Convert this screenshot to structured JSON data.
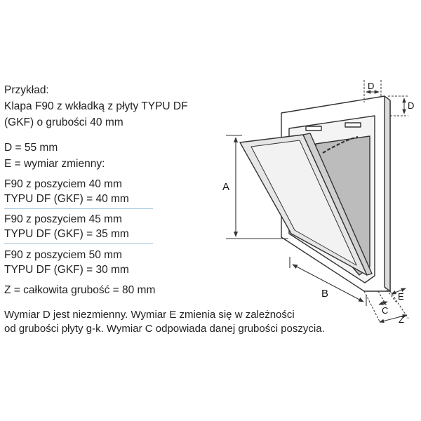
{
  "example": {
    "heading": "Przykład:",
    "line1": "Klapa F90 z wkładką z płyty TYPU DF",
    "line2": "(GKF) o grubości 40 mm"
  },
  "dims": {
    "d_value": "D = 55 mm",
    "e_value": "E = wymiar zmienny:"
  },
  "variants": [
    {
      "line1": "F90 z poszyciem 40 mm",
      "line2": "TYPU DF (GKF) = 40 mm"
    },
    {
      "line1": "F90 z poszyciem 45 mm",
      "line2": "TYPU DF (GKF) = 35 mm"
    },
    {
      "line1": "F90 z poszyciem 50 mm",
      "line2": "TYPU DF (GKF) = 30 mm"
    }
  ],
  "total": "Z = całkowita grubość = 80 mm",
  "notes": {
    "line1": "Wymiar D jest niezmienny. Wymiar E zmienia się w zależności",
    "line2": "od grubości płyty g-k. Wymiar C odpowiada danej grubości poszycia."
  },
  "labels": {
    "a": "A",
    "b": "B",
    "c": "C",
    "d_top": "D",
    "d_right": "D",
    "e": "E",
    "z": "Z"
  },
  "colors": {
    "line": "#333333",
    "panel_fill": "#e6e6e6",
    "back_fill": "#bcbcbc",
    "separator": "#9fc3dc"
  }
}
